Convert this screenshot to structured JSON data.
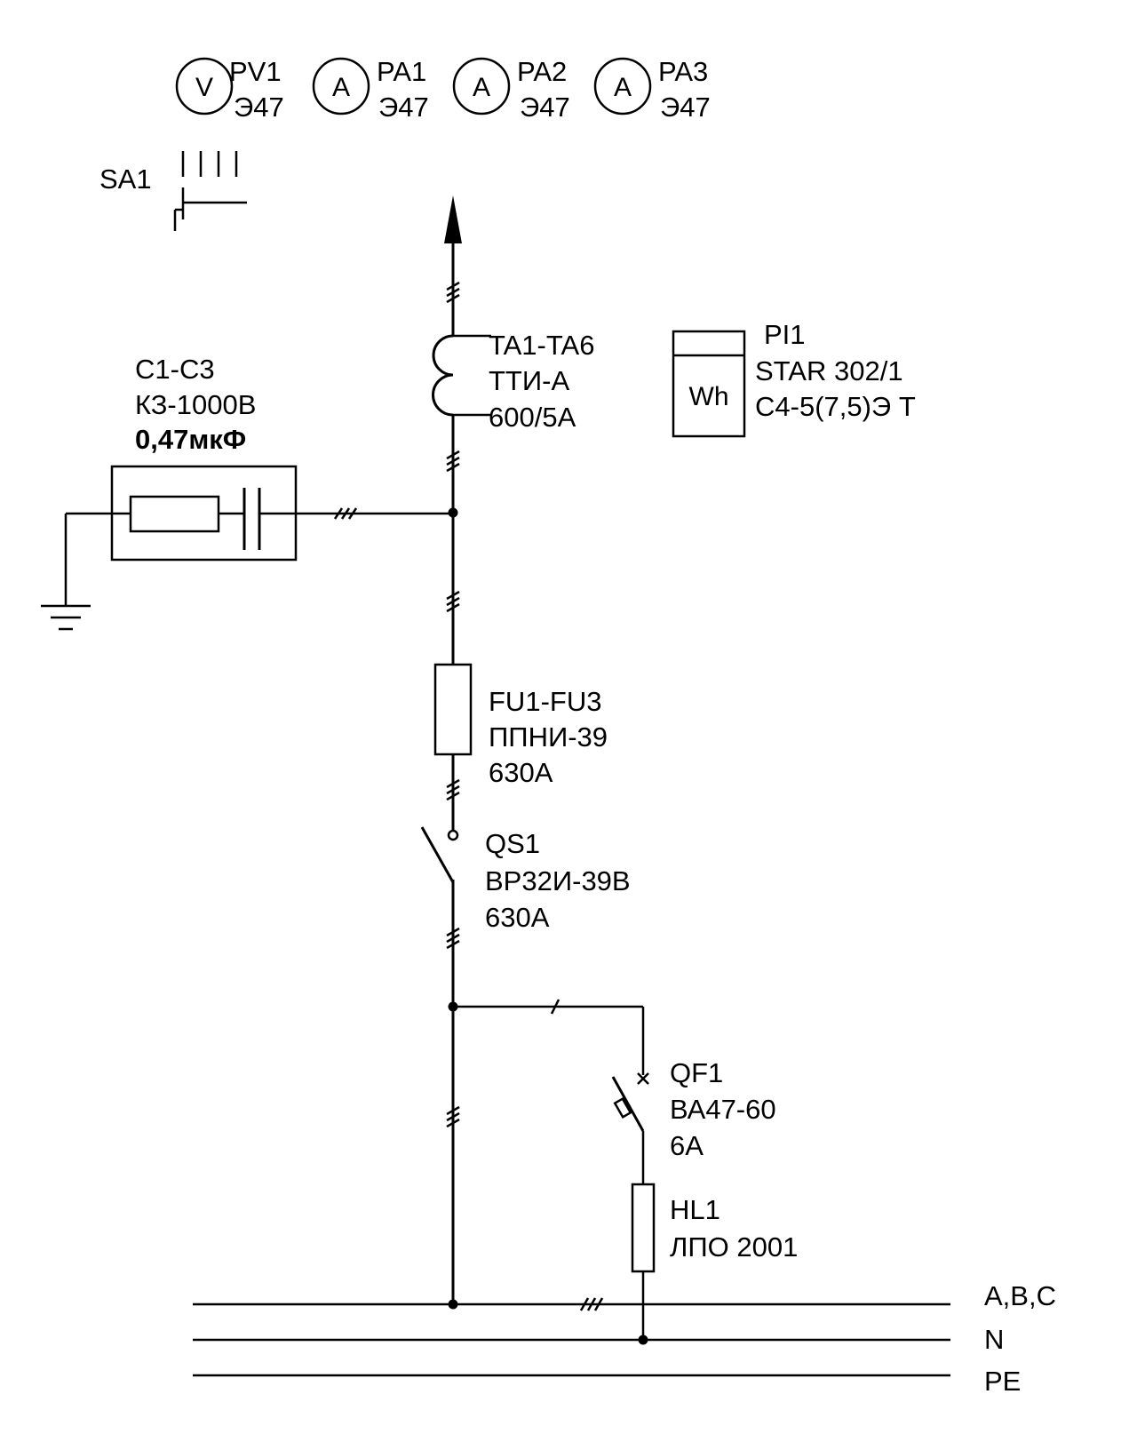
{
  "meters": [
    {
      "symbol": "V",
      "ref": "PV1",
      "type": "Э47"
    },
    {
      "symbol": "A",
      "ref": "PA1",
      "type": "Э47"
    },
    {
      "symbol": "A",
      "ref": "PA2",
      "type": "Э47"
    },
    {
      "symbol": "A",
      "ref": "PA3",
      "type": "Э47"
    }
  ],
  "switch_sa1": {
    "ref": "SA1"
  },
  "current_transformer": {
    "ref": "TA1-TA6",
    "type": "ТТИ-А",
    "rating": "600/5А"
  },
  "energy_meter": {
    "symbol": "Wh",
    "ref": "PI1",
    "type": "STAR 302/1",
    "spec": "С4-5(7,5)Э Т"
  },
  "capacitor": {
    "ref": "С1-С3",
    "type": "КЗ-1000В",
    "value": "0,47мкФ"
  },
  "fuse": {
    "ref": "FU1-FU3",
    "type": "ППНИ-39",
    "rating": "630А"
  },
  "disconnector": {
    "ref": "QS1",
    "type": "ВР32И-39В",
    "rating": "630А"
  },
  "breaker": {
    "ref": "QF1",
    "type": "ВА47-60",
    "rating": "6А"
  },
  "lamp": {
    "ref": "HL1",
    "type": "ЛПО 2001"
  },
  "buses": {
    "phase": "А,В,С",
    "neutral": "N",
    "earth": "PE"
  }
}
